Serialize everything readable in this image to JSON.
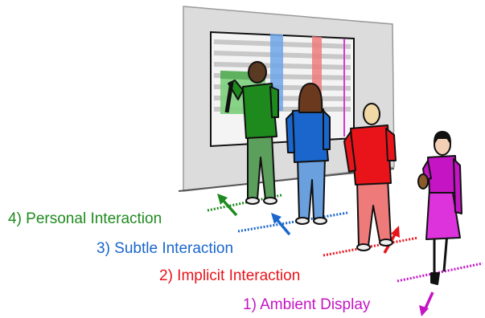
{
  "zones": [
    {
      "id": "personal",
      "label": "4) Personal Interaction",
      "color": "#1f8a1f"
    },
    {
      "id": "subtle",
      "label": "3) Subtle Interaction",
      "color": "#1a66cc"
    },
    {
      "id": "implicit",
      "label": "2) Implicit Interaction",
      "color": "#e8141a"
    },
    {
      "id": "ambient",
      "label": "1) Ambient Display",
      "color": "#c414c4"
    }
  ],
  "colors": {
    "wall": "#dcdcdc",
    "wall_edge": "#9a9a9a",
    "screen": "#f4f4f4",
    "screen_stripe": "#c8c8c8",
    "outline": "#111111"
  }
}
